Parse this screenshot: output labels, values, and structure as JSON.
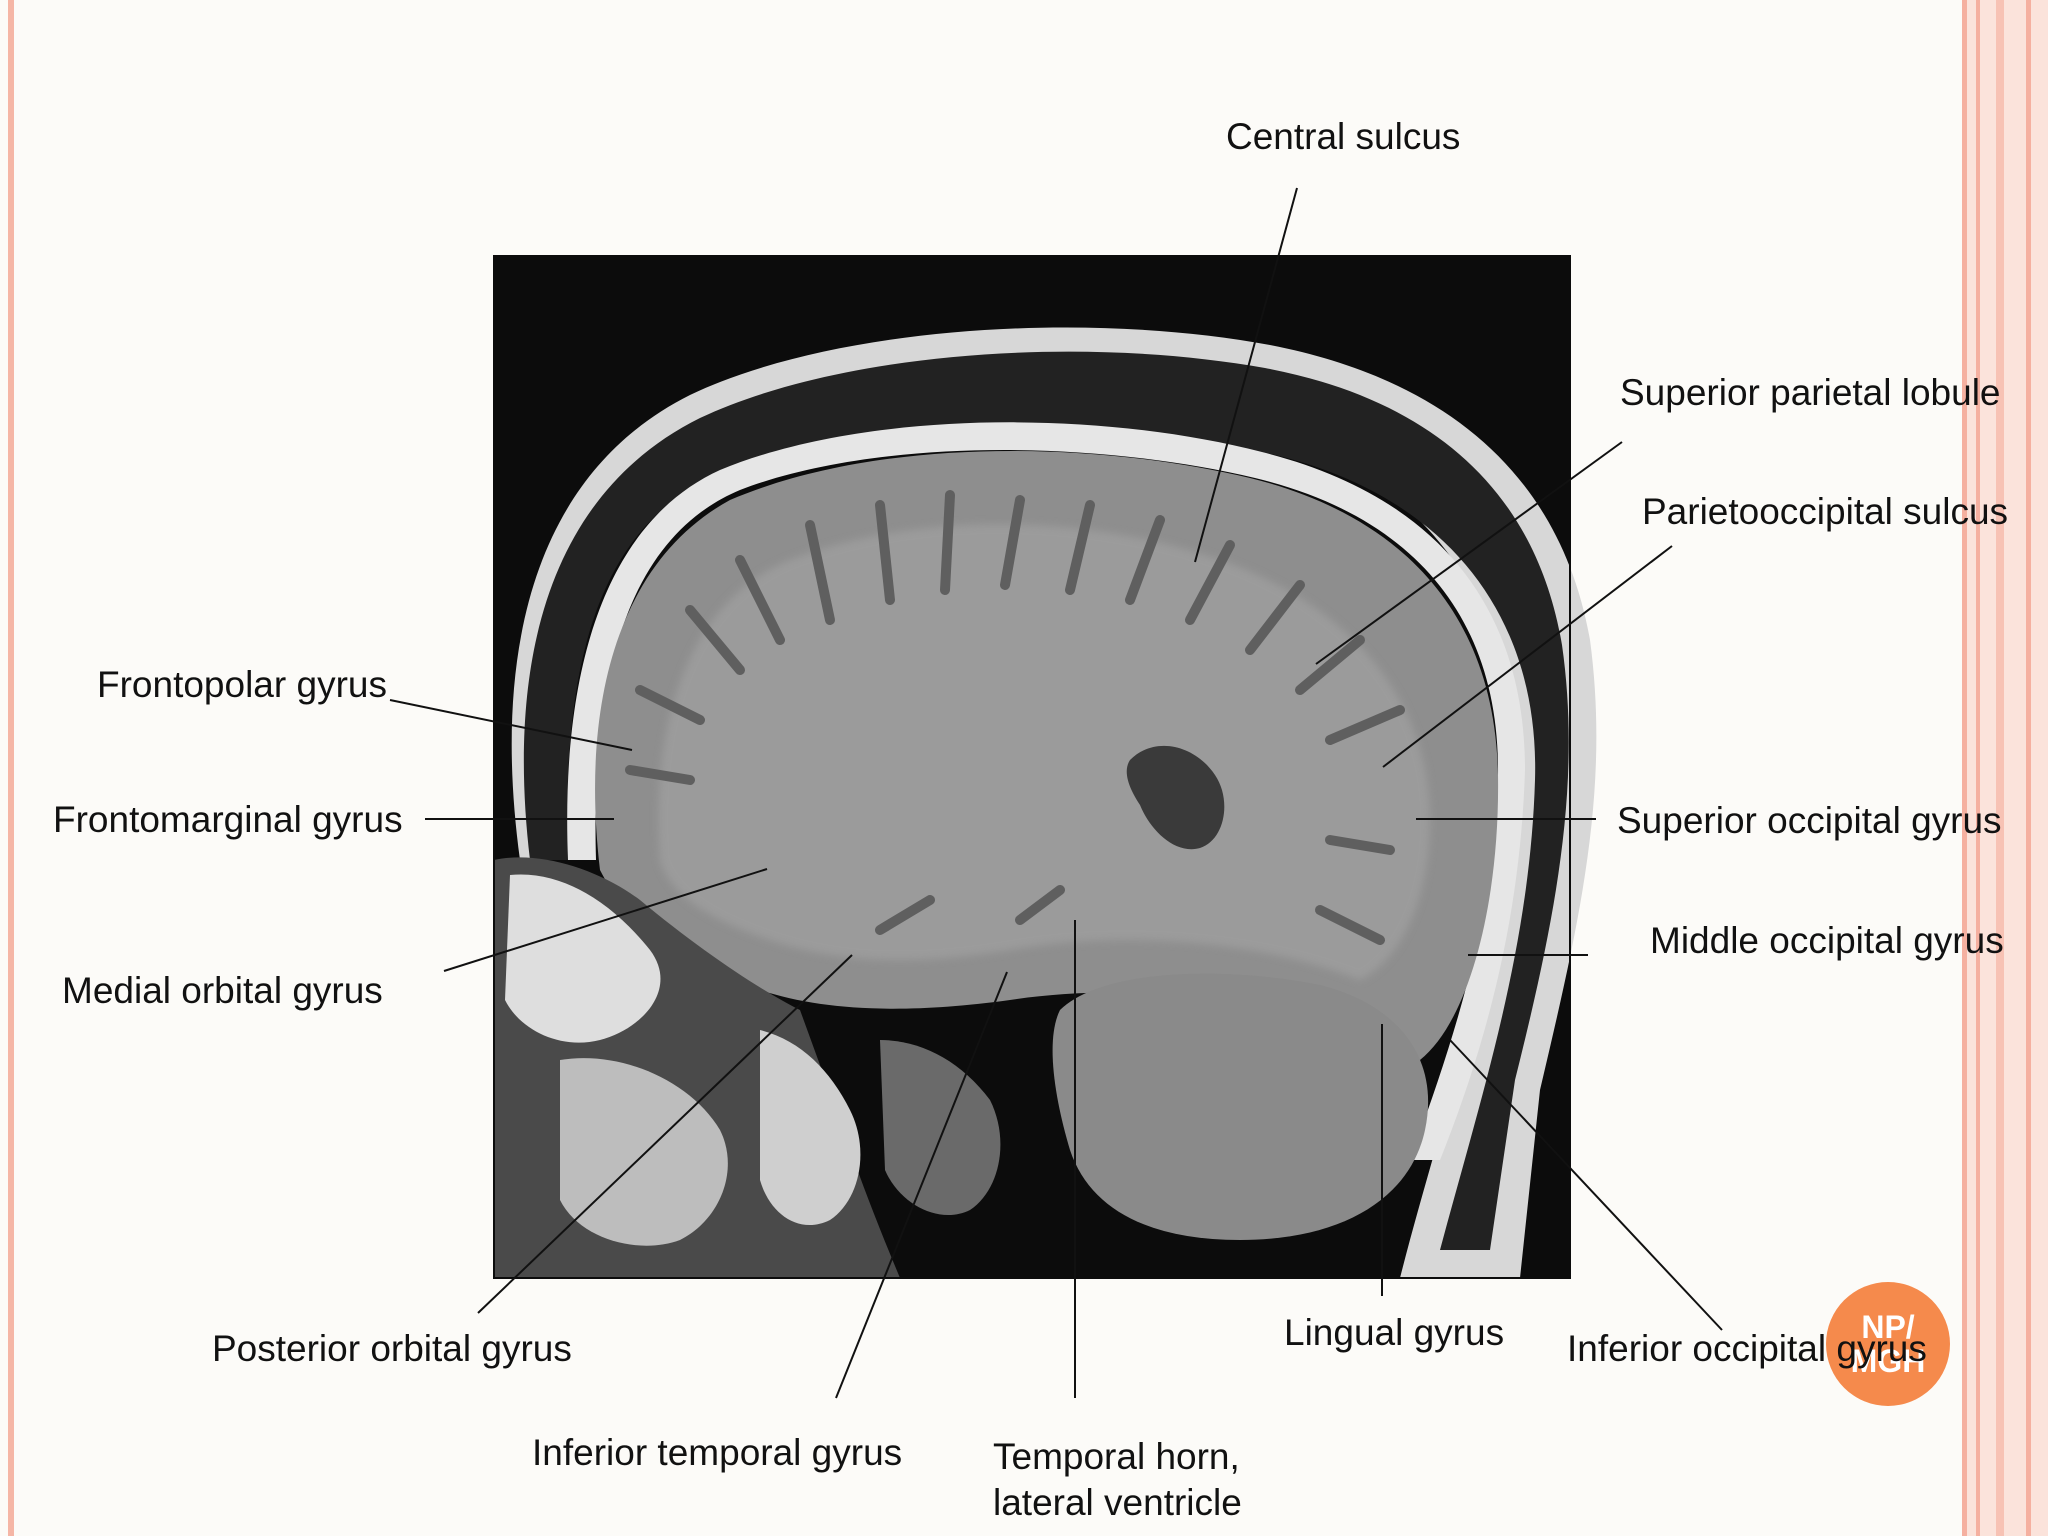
{
  "labels": {
    "central_sulcus": "Central sulcus",
    "superior_parietal_lobule": "Superior parietal lobule",
    "parietooccipital_sulcus": "Parietooccipital sulcus",
    "frontopolar_gyrus": "Frontopolar gyrus",
    "frontomarginal_gyrus": "Frontomarginal gyrus",
    "medial_orbital_gyrus": "Medial orbital gyrus",
    "superior_occipital_gyrus": "Superior occipital gyrus",
    "middle_occipital_gyrus": "Middle occipital gyrus",
    "posterior_orbital_gyrus": "Posterior orbital gyrus",
    "inferior_temporal_gyrus": "Inferior temporal gyrus",
    "temporal_horn_line1": "Temporal horn,",
    "temporal_horn_line2": "lateral ventricle",
    "lingual_gyrus": "Lingual gyrus",
    "inferior_occipital_gyrus": "Inferior occipital gyrus"
  },
  "logo": {
    "line1": "NP/",
    "line2": "MGH"
  },
  "colors": {
    "background": "#fcfbf8",
    "border_stripes": "#f5b6a6",
    "leader_lines": "#111111",
    "logo": "#f58a4c"
  }
}
